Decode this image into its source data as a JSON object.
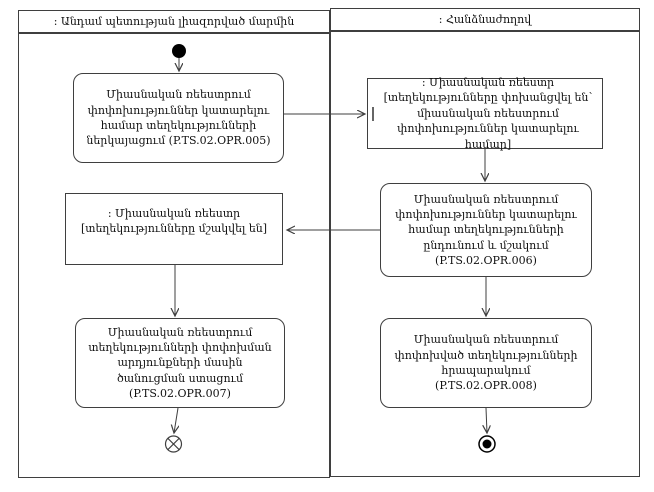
{
  "diagram": {
    "kind": "uml-activity-diagram-with-swimlanes",
    "lanes": [
      {
        "label": ": Անդամ պետության լիազորված մարմին"
      },
      {
        "label": ": Հանձնաժողով"
      }
    ],
    "nodes": [
      {
        "kind": "action",
        "label": "Միասնական ռեեստրում փոփոխություններ կատարելու համար տեղեկությունների ներկայացում (P.TS.02.OPR.005)"
      },
      {
        "kind": "object",
        "label": ": Միասնական ռեեստր [տեղեկությունները փոխանցվել են՝ միասնական ռեեստրում փոփոխություններ կատարելու համար]"
      },
      {
        "kind": "action",
        "label": "Միասնական ռեեստրում փոփոխություններ կատարելու համար տեղեկությունների ընդունում և մշակում (P.TS.02.OPR.006)"
      },
      {
        "kind": "object",
        "label": ": Միասնական ռեեստր [տեղեկությունները մշակվել են]"
      },
      {
        "kind": "action",
        "label": "Միասնական ռեեստրում տեղեկությունների փոփոխման արդյունքների մասին ծանուցման ստացում (P.TS.02.OPR.007)"
      },
      {
        "kind": "action",
        "label": "Միասնական ռեեստրում փոփոխված տեղեկությունների հրապարակում (P.TS.02.OPR.008)"
      }
    ],
    "symbols": {
      "initial": "initial-node",
      "flow_final": "flow-final-node",
      "activity_final": "activity-final-node"
    },
    "colors": {
      "stroke": "#3f3f3f",
      "text": "#111111",
      "background": "#ffffff"
    }
  }
}
